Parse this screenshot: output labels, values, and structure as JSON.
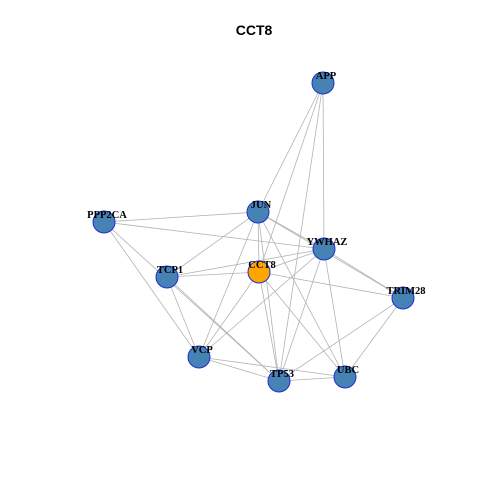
{
  "title": "CCT8",
  "colors": {
    "node_fill": "#4682b4",
    "center_fill": "#ffa500",
    "node_stroke": "#1f2fd0",
    "edge": "#b3b3b3"
  },
  "nodes": [
    {
      "id": "APP",
      "label": "APP",
      "center": false
    },
    {
      "id": "PPP2CA",
      "label": "PPP2CA",
      "center": false
    },
    {
      "id": "JUN",
      "label": "JUN",
      "center": false
    },
    {
      "id": "YWHAZ",
      "label": "YWHAZ",
      "center": false
    },
    {
      "id": "CCT8",
      "label": "CCT8",
      "center": true
    },
    {
      "id": "TCP1",
      "label": "TCP1",
      "center": false
    },
    {
      "id": "TRIM28",
      "label": "TRIM28",
      "center": false
    },
    {
      "id": "VCP",
      "label": "VCP",
      "center": false
    },
    {
      "id": "TP53",
      "label": "TP53",
      "center": false
    },
    {
      "id": "UBC",
      "label": "UBC",
      "center": false
    }
  ],
  "edges": [
    [
      "APP",
      "JUN"
    ],
    [
      "APP",
      "YWHAZ"
    ],
    [
      "APP",
      "CCT8"
    ],
    [
      "APP",
      "TP53"
    ],
    [
      "PPP2CA",
      "JUN"
    ],
    [
      "PPP2CA",
      "YWHAZ"
    ],
    [
      "PPP2CA",
      "VCP"
    ],
    [
      "PPP2CA",
      "TP53"
    ],
    [
      "JUN",
      "TCP1"
    ],
    [
      "JUN",
      "CCT8"
    ],
    [
      "JUN",
      "YWHAZ"
    ],
    [
      "JUN",
      "TRIM28"
    ],
    [
      "JUN",
      "VCP"
    ],
    [
      "JUN",
      "TP53"
    ],
    [
      "JUN",
      "UBC"
    ],
    [
      "YWHAZ",
      "CCT8"
    ],
    [
      "YWHAZ",
      "TCP1"
    ],
    [
      "YWHAZ",
      "TRIM28"
    ],
    [
      "YWHAZ",
      "VCP"
    ],
    [
      "YWHAZ",
      "TP53"
    ],
    [
      "YWHAZ",
      "UBC"
    ],
    [
      "CCT8",
      "TCP1"
    ],
    [
      "CCT8",
      "TRIM28"
    ],
    [
      "CCT8",
      "VCP"
    ],
    [
      "CCT8",
      "TP53"
    ],
    [
      "CCT8",
      "UBC"
    ],
    [
      "TCP1",
      "VCP"
    ],
    [
      "TCP1",
      "TP53"
    ],
    [
      "TRIM28",
      "TP53"
    ],
    [
      "TRIM28",
      "UBC"
    ],
    [
      "VCP",
      "TP53"
    ],
    [
      "VCP",
      "UBC"
    ],
    [
      "TP53",
      "UBC"
    ]
  ]
}
